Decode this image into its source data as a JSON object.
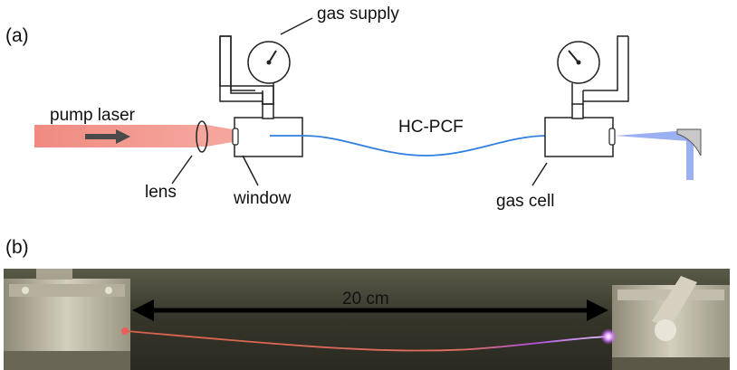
{
  "panels": {
    "a": "(a)",
    "b": "(b)"
  },
  "labels": {
    "gas_supply": "gas supply",
    "pump_laser": "pump laser",
    "hc_pcf": "HC-PCF",
    "lens": "lens",
    "window": "window",
    "gas_cell": "gas cell",
    "distance": "20 cm"
  },
  "colors": {
    "pump_beam": "#f08a80",
    "fiber": "#2f7fe0",
    "output_beam": "#8aa2ee",
    "arrow": "#4a4a4a",
    "photo_bg": "#3a3a2e",
    "glow": "#c040ff"
  },
  "icons": {
    "gauge_left": "pressure-gauge-icon",
    "gauge_right": "pressure-gauge-icon",
    "mirror": "mirror-icon",
    "direction_arrow": "arrow-right-icon"
  }
}
